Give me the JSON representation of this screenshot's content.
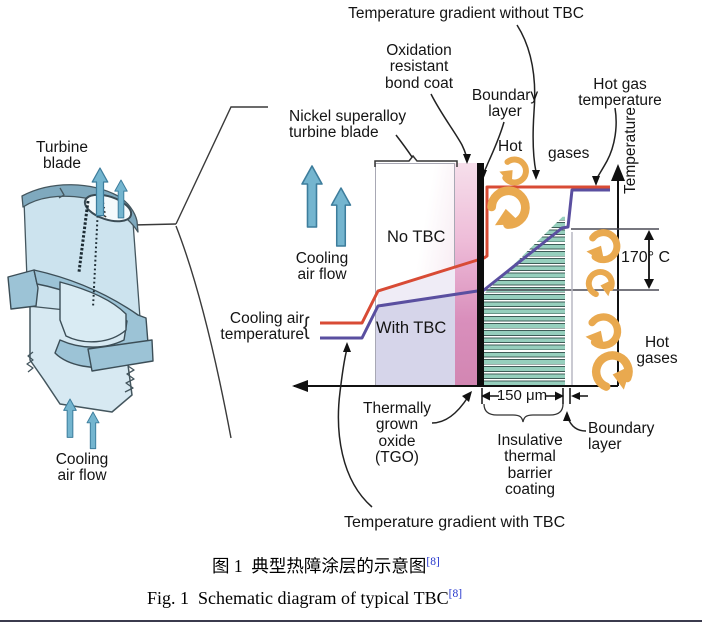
{
  "figure": {
    "labels": {
      "temp_gradient_without_tbc": "Temperature gradient without TBC",
      "oxidation_bond_coat": "Oxidation\nresistant\nbond coat",
      "boundary_layer_top": "Boundary\nlayer",
      "hot_gas_temperature": "Hot gas\ntemperature",
      "nickel_superalloy": "Nickel superalloy\nturbine blade",
      "hot_word": "Hot",
      "gases_word": "gases",
      "temperature_axis": "Temperature",
      "no_tbc": "No TBC",
      "with_tbc": "With TBC",
      "cooling_air_flow": "Cooling\nair flow",
      "cooling_air_temperature": "Cooling air\ntemperature",
      "brace": "{",
      "turbine_blade": "Turbine\nblade",
      "cooling_air_flow_bottom": "Cooling\nair flow",
      "tgo": "Thermally\ngrown\noxide\n(TGO)",
      "dim_150um": "150 μm",
      "insulative_tbc": "Insulative\nthermal\nbarrier\ncoating",
      "boundary_layer_bottom": "Boundary\nlayer",
      "hot_gases_right": "Hot\ngases",
      "delta_t": "170° C",
      "temp_gradient_with_tbc": "Temperature gradient with TBC"
    },
    "caption": {
      "zh": "图 1  典型热障涂层的示意图",
      "zh_ref": "[8]",
      "en": "Fig. 1  Schematic diagram of typical TBC",
      "en_ref": "[8]"
    },
    "colors": {
      "red_line": "#d84b35",
      "purple_line": "#5a4fa0",
      "lavender": "#d6d5ea",
      "bond_coat_pink": "#d791ba",
      "tbc_teal": "#96cfbd",
      "hot_gas_orange": "#e9a94f",
      "cooling_arrow_blue": "#74b5cf",
      "reference_blue": "#2233cc"
    }
  }
}
